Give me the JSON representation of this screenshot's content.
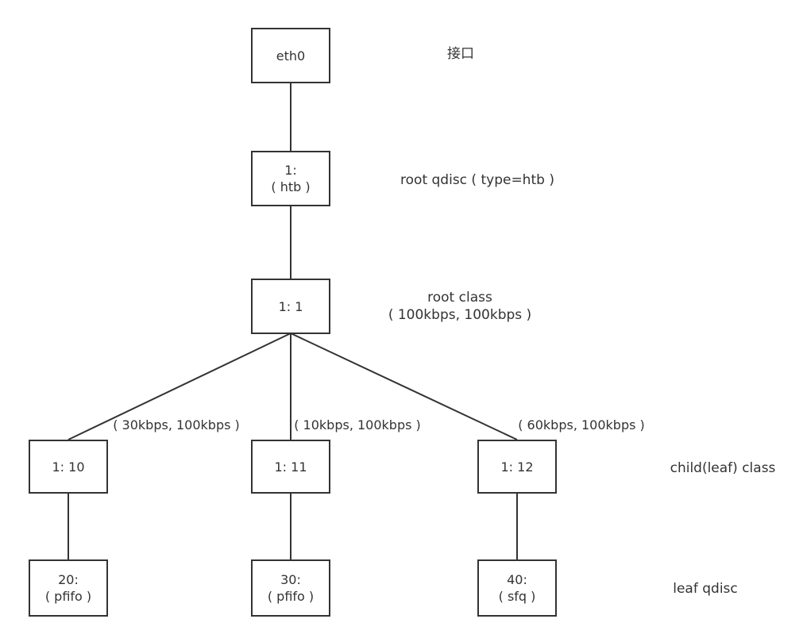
{
  "diagram": {
    "background_color": "#ffffff",
    "line_color": "#333333",
    "text_color": "#333333"
  },
  "nodes": {
    "eth0": {
      "line1": "eth0"
    },
    "root_qdisc": {
      "line1": "1:",
      "line2": "( htb )"
    },
    "root_class": {
      "line1": "1: 1"
    },
    "class10": {
      "line1": "1: 10"
    },
    "class11": {
      "line1": "1: 11"
    },
    "class12": {
      "line1": "1: 12"
    },
    "qdisc20": {
      "line1": "20:",
      "line2": "( pfifo )"
    },
    "qdisc30": {
      "line1": "30:",
      "line2": "( pfifo )"
    },
    "qdisc40": {
      "line1": "40:",
      "line2": "( sfq )"
    }
  },
  "edge_labels": {
    "left": "( 30kbps, 100kbps )",
    "middle": "( 10kbps, 100kbps )",
    "right": "( 60kbps, 100kbps )"
  },
  "annotations": {
    "interface": "接口",
    "root_qdisc": "root qdisc ( type=htb )",
    "root_class_line1": "root class",
    "root_class_line2": "( 100kbps, 100kbps )",
    "child_class": "child(leaf) class",
    "leaf_qdisc": "leaf qdisc"
  }
}
